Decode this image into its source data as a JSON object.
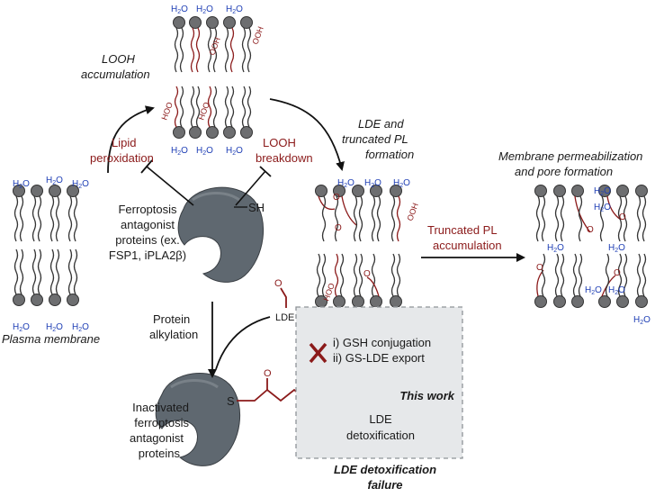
{
  "labels": {
    "looh_accumulation": [
      "LOOH",
      "accumulation"
    ],
    "lipid_peroxidation": [
      "Lipid",
      "peroxidation"
    ],
    "looh_breakdown": [
      "LOOH",
      "breakdown"
    ],
    "ldE_formation": [
      "LDE and",
      "truncated PL",
      "formation"
    ],
    "membrane_perm": [
      "Membrane permeabilization",
      "and pore formation"
    ],
    "truncated_pl": [
      "Truncated PL",
      "accumulation"
    ],
    "antagonist": [
      "Ferroptosis",
      "antagonist",
      "proteins (ex.",
      "FSP1, iPLA2β)"
    ],
    "sh": "SH",
    "plasma_membrane": "Plasma membrane",
    "protein_alkylation": [
      "Protein",
      "alkylation"
    ],
    "lde": "LDE",
    "inactivated": [
      "Inactivated",
      "ferroptosis",
      "antagonist",
      "proteins"
    ],
    "s": "S",
    "gsh_conj": "i) GSH conjugation",
    "gs_lde": "ii) GS-LDE export",
    "this_work": "This work",
    "lde_detox": [
      "LDE",
      "detoxification"
    ],
    "lde_fail": [
      "LDE detoxification",
      "failure"
    ],
    "looh_tag": "OOH",
    "hoo_tag": "HOO",
    "water": "H2O"
  },
  "colors": {
    "lipid_head": "#6d6e70",
    "tail": "#333333",
    "oxidized": "#8b1a1a",
    "water": "#1f3fb5",
    "protein": "#5f6870",
    "box_fill": "#e6e8ea",
    "box_border": "#8e9398"
  }
}
